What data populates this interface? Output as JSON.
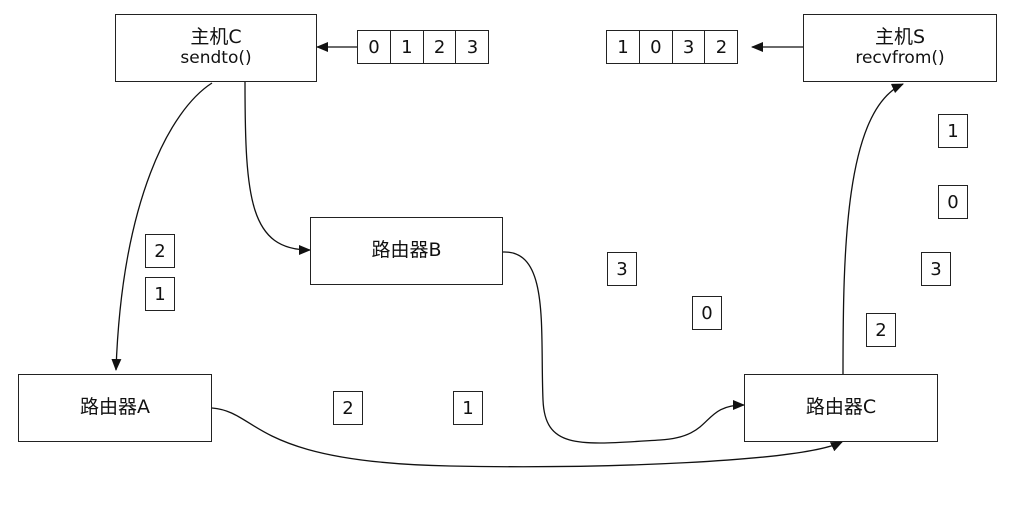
{
  "nodes": {
    "host_c": {
      "title": "主机C",
      "sub": "sendto()"
    },
    "host_s": {
      "title": "主机S",
      "sub": "recvfrom()"
    },
    "router_a": {
      "label": "路由器A"
    },
    "router_b": {
      "label": "路由器B"
    },
    "router_c": {
      "label": "路由器C"
    }
  },
  "send_queue": [
    "0",
    "1",
    "2",
    "3"
  ],
  "recv_queue": [
    "1",
    "0",
    "3",
    "2"
  ],
  "packets": {
    "c_to_a": [
      "2",
      "1"
    ],
    "a_to_c": [
      "2",
      "1"
    ],
    "b_to_c": [
      "3",
      "0"
    ],
    "c_to_s": [
      "2",
      "3",
      "0",
      "1"
    ]
  }
}
